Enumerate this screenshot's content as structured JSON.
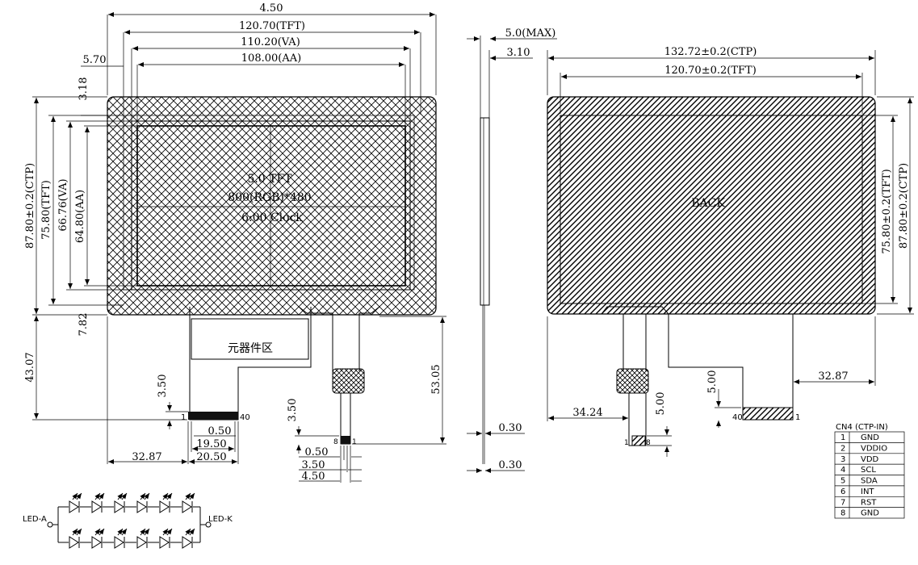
{
  "front": {
    "dim_ctp_w": "4.50",
    "dim_tft_w": "120.70(TFT)",
    "dim_va_w": "110.20(VA)",
    "dim_aa_w": "108.00(AA)",
    "dim_left_offset": "5.70",
    "dim_top_offset": "3.18",
    "dim_ctp_h": "87.80±0.2(CTP)",
    "dim_tft_h": "75.80(TFT)",
    "dim_va_h": "66.76(VA)",
    "dim_aa_h": "64.80(AA)",
    "dim_bottom_offset": "7.82",
    "dim_fpc_len": "43.07",
    "dim_fpc_tail": "3.50",
    "dim_pitch": "0.50",
    "dim_pin_span": "19.50",
    "dim_fpc_w": "20.50",
    "dim_fpc_x": "32.87",
    "dim_ctp_fpc_len": "53.05",
    "dim_ctp_tail": "3.50",
    "dim_ctp_pitch": "0.50",
    "dim_ctp_span": "3.50",
    "panel_line1": "5.0 TFT",
    "panel_line2": "800(RGB)*480",
    "panel_line3": "6:00 Clock",
    "component_area": "元器件区",
    "pin_first": "1",
    "pin_last": "40",
    "ctp_pin_first": "8",
    "ctp_pin_last": "1"
  },
  "side": {
    "dim_max_thickness": "5.0(MAX)",
    "dim_thickness": "3.10",
    "dim_fpc_t1": "0.30",
    "dim_fpc_t2": "0.30"
  },
  "back": {
    "label": "BACK",
    "dim_ctp_w": "132.72±0.2(CTP)",
    "dim_tft_w": "120.70±0.2(TFT)",
    "dim_tft_h": "75.80±0.2(TFT)",
    "dim_ctp_h": "87.80±0.2(CTP)",
    "dim_fpc_x": "32.87",
    "dim_fpc_gap": "5.00",
    "dim_ctp_x": "34.24",
    "dim_ctp_gap": "5.00",
    "pin_first": "40",
    "pin_last": "1",
    "ctp_pin_first": "1",
    "ctp_pin_last": "8"
  },
  "led": {
    "anode": "LED-A",
    "cathode": "LED-K"
  },
  "pin_table": {
    "title": "CN4 (CTP-IN)",
    "rows": [
      {
        "pin": "1",
        "name": "GND"
      },
      {
        "pin": "2",
        "name": "VDDIO"
      },
      {
        "pin": "3",
        "name": "VDD"
      },
      {
        "pin": "4",
        "name": "SCL"
      },
      {
        "pin": "5",
        "name": "SDA"
      },
      {
        "pin": "6",
        "name": "INT"
      },
      {
        "pin": "7",
        "name": "RST"
      },
      {
        "pin": "8",
        "name": "GND"
      }
    ]
  }
}
